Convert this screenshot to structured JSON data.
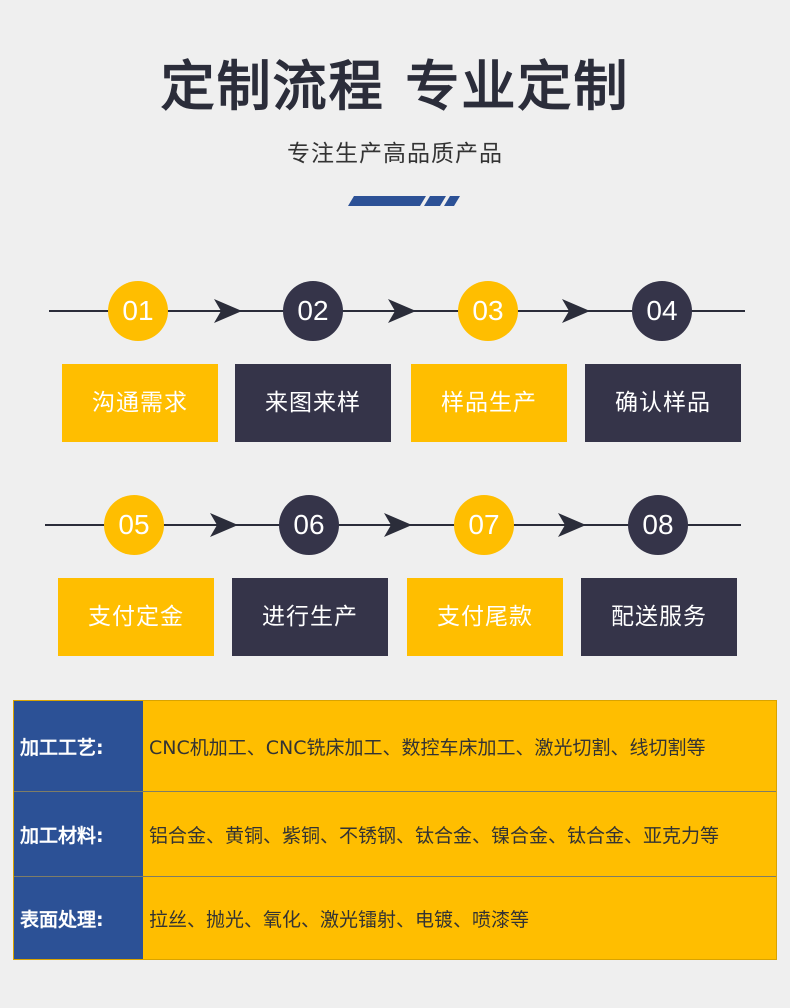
{
  "header": {
    "title": "定制流程 专业定制",
    "subtitle": "专注生产高品质产品"
  },
  "colors": {
    "accent": "#ffbe00",
    "dark": "#353449",
    "blue": "#2c5196"
  },
  "steps": [
    {
      "num": "01",
      "label": "沟通需求",
      "style": "yellow"
    },
    {
      "num": "02",
      "label": "来图来样",
      "style": "dark"
    },
    {
      "num": "03",
      "label": "样品生产",
      "style": "yellow"
    },
    {
      "num": "04",
      "label": "确认样品",
      "style": "dark"
    },
    {
      "num": "05",
      "label": "支付定金",
      "style": "yellow"
    },
    {
      "num": "06",
      "label": "进行生产",
      "style": "dark"
    },
    {
      "num": "07",
      "label": "支付尾款",
      "style": "yellow"
    },
    {
      "num": "08",
      "label": "配送服务",
      "style": "dark"
    }
  ],
  "specs": [
    {
      "label": "加工工艺:",
      "value": "CNC机加工、CNC铣床加工、数控车床加工、激光切割、线切割等"
    },
    {
      "label": "加工材料:",
      "value": "铝合金、黄铜、紫铜、不锈钢、钛合金、镍合金、钛合金、亚克力等"
    },
    {
      "label": "表面处理:",
      "value": "拉丝、抛光、氧化、激光镭射、电镀、喷漆等"
    }
  ]
}
